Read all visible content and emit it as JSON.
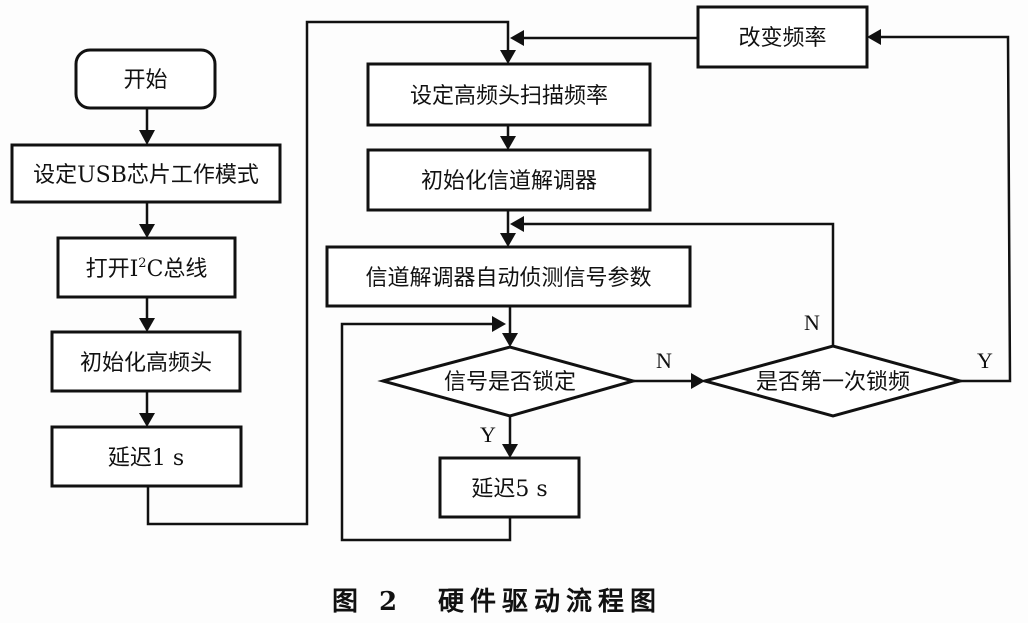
{
  "diagram": {
    "type": "flowchart",
    "nodes": {
      "start": "开始",
      "set_usb_mode": "设定USB芯片工作模式",
      "open_i2c_prefix": "打开I",
      "open_i2c_sup": "2",
      "open_i2c_suffix": "C总线",
      "init_tuner": "初始化高频头",
      "delay_1s": "延迟1 s",
      "set_scan_freq": "设定高频头扫描频率",
      "init_demod": "初始化信道解调器",
      "auto_detect": "信道解调器自动侦测信号参数",
      "is_locked": "信号是否锁定",
      "delay_5s": "延迟5 s",
      "first_lock": "是否第一次锁频",
      "change_freq": "改变频率"
    },
    "edge_labels": {
      "locked_no": "N",
      "locked_yes": "Y",
      "first_lock_no": "N",
      "first_lock_yes": "Y"
    },
    "edges": [
      [
        "start",
        "set_usb_mode"
      ],
      [
        "set_usb_mode",
        "open_i2c"
      ],
      [
        "open_i2c",
        "init_tuner"
      ],
      [
        "init_tuner",
        "delay_1s"
      ],
      [
        "delay_1s",
        "set_scan_freq"
      ],
      [
        "set_scan_freq",
        "init_demod"
      ],
      [
        "init_demod",
        "auto_detect"
      ],
      [
        "auto_detect",
        "is_locked"
      ],
      [
        "is_locked",
        "delay_5s",
        "Y"
      ],
      [
        "delay_5s",
        "is_locked"
      ],
      [
        "is_locked",
        "first_lock",
        "N"
      ],
      [
        "first_lock",
        "auto_detect",
        "N"
      ],
      [
        "first_lock",
        "change_freq",
        "Y"
      ],
      [
        "change_freq",
        "set_scan_freq"
      ]
    ]
  },
  "caption": {
    "figure_number": "图 2",
    "title": "硬件驱动流程图"
  }
}
